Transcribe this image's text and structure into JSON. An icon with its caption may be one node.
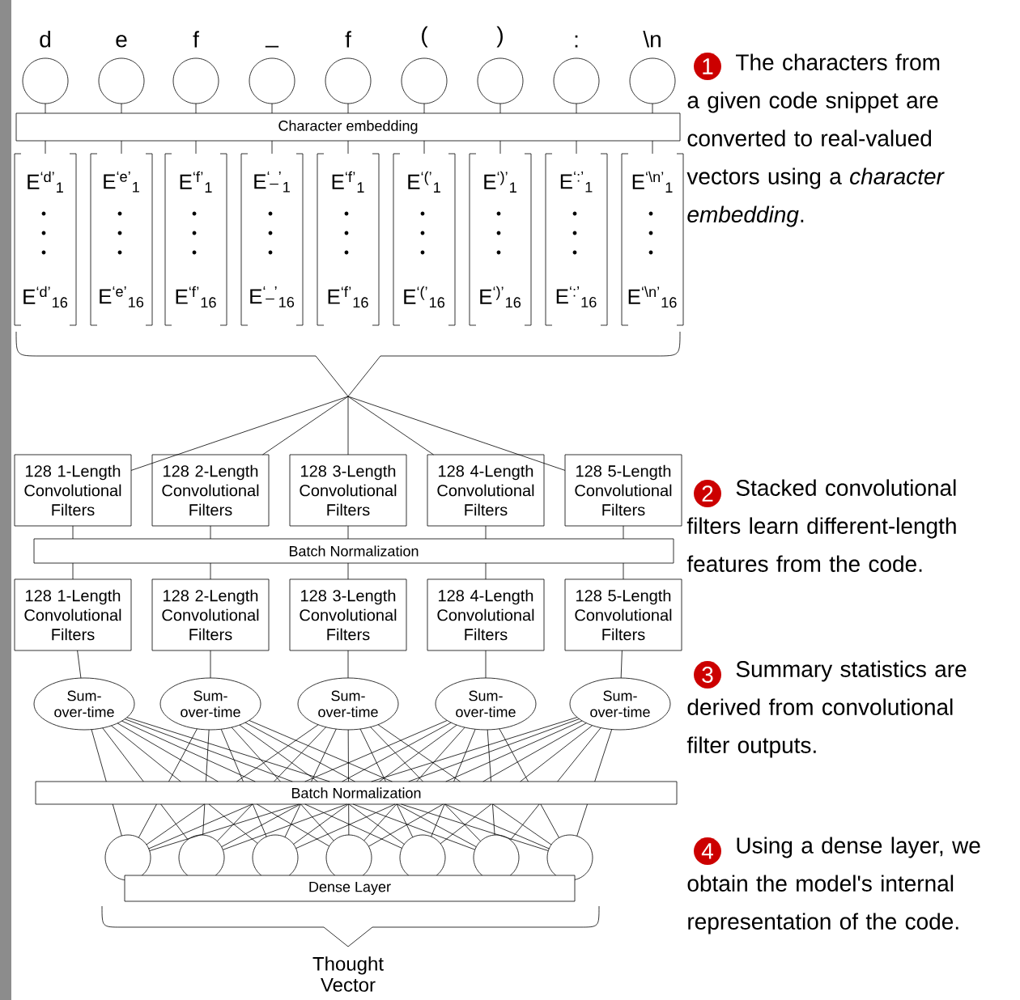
{
  "diagram": {
    "nodes": [
      {
        "text": [
          "d"
        ]
      },
      {
        "text": [
          "e"
        ]
      },
      {
        "text": [
          "f"
        ]
      },
      {
        "text": [
          "_"
        ]
      },
      {
        "text": [
          "f"
        ]
      },
      {
        "text": [
          "("
        ]
      },
      {
        "text": [
          ")"
        ]
      },
      {
        "text": [
          ":"
        ]
      },
      {
        "text": [
          "\\n"
        ]
      },
      {
        "text": [
          "Character embedding"
        ]
      },
      {
        "text": [
          "E$^{‘d’}$$_{1}$",
          "E$^{‘d’}$$_{16}$"
        ]
      },
      {
        "text": [
          "E$^{‘e’}$$_{1}$",
          "E$^{‘e’}$$_{16}$"
        ]
      },
      {
        "text": [
          "E$^{‘f’}$$_{1}$",
          "E$^{‘f’}$$_{16}$"
        ]
      },
      {
        "text": [
          "E$^{‘_’}$$_{1}$",
          "E$^{‘_’}$$_{16}$"
        ]
      },
      {
        "text": [
          "E$^{‘f’}$$_{1}$",
          "E$^{‘f’}$$_{16}$"
        ]
      },
      {
        "text": [
          "E$^{‘(’}$$_{1}$",
          "E$^{‘(’}$$_{16}$"
        ]
      },
      {
        "text": [
          "E$^{‘)’}$$_{1}$",
          "E$^{‘)’}$$_{16}$"
        ]
      },
      {
        "text": [
          "E$^{‘:’}$$_{1}$",
          "E$^{‘:’}$$_{16}$"
        ]
      },
      {
        "text": [
          "E$^{‘\\n’}$$_{1}$",
          "E$^{‘\\n’}$$_{16}$"
        ]
      },
      {
        "text": [],
        "shape": "brace"
      },
      {
        "text": [
          "128 1-Length Convolutional Filters"
        ]
      },
      {
        "text": [
          "128 2-Length Convolutional Filters"
        ]
      },
      {
        "text": [
          "128 3-Length Convolutional Filters"
        ]
      },
      {
        "text": [
          "128 4-Length Convolutional Filters"
        ]
      },
      {
        "text": [
          "128 5-Length Convolutional Filters"
        ]
      },
      {
        "text": [
          "Batch Normalization"
        ]
      },
      {
        "text": [
          "128 1-Length Convolutional Filters"
        ]
      },
      {
        "text": [
          "128 2-Length Convolutional Filters"
        ]
      },
      {
        "text": [
          "128 3-Length Convolutional Filters"
        ]
      },
      {
        "text": [
          "128 4-Length Convolutional Filters"
        ]
      },
      {
        "text": [
          "128 5-Length Convolutional Filters"
        ]
      },
      {
        "text": [
          "Sum-over-time"
        ]
      },
      {
        "text": [
          "Sum-over-time"
        ]
      },
      {
        "text": [
          "Sum-over-time"
        ]
      },
      {
        "text": [
          "Sum-over-time"
        ]
      },
      {
        "text": [
          "Sum-over-time"
        ]
      },
      {
        "text": [
          "Batch Normalization"
        ]
      },
      {
        "text": [],
        "shape": "circle"
      },
      {
        "text": [],
        "shape": "circle"
      },
      {
        "text": [],
        "shape": "circle"
      },
      {
        "text": [],
        "shape": "circle"
      },
      {
        "text": [],
        "shape": "circle"
      },
      {
        "text": [],
        "shape": "circle"
      },
      {
        "text": [],
        "shape": "circle"
      },
      {
        "text": [
          "Dense Layer"
        ]
      }
    ],
    "edges": [
      {
        "from": 0,
        "to": 9,
        "arrow": "none"
      },
      {
        "from": 1,
        "to": 9,
        "arrow": "none"
      },
      {
        "from": 2,
        "to": 9,
        "arrow": "none"
      },
      {
        "from": 3,
        "to": 9,
        "arrow": "none"
      },
      {
        "from": 4,
        "to": 9,
        "arrow": "none"
      },
      {
        "from": 5,
        "to": 9,
        "arrow": "none"
      },
      {
        "from": 6,
        "to": 9,
        "arrow": "none"
      },
      {
        "from": 7,
        "to": 9,
        "arrow": "none"
      },
      {
        "from": 8,
        "to": 9,
        "arrow": "none"
      },
      {
        "from": 9,
        "to": 10,
        "arrow": "none"
      },
      {
        "from": 9,
        "to": 11,
        "arrow": "none"
      },
      {
        "from": 9,
        "to": 12,
        "arrow": "none"
      },
      {
        "from": 9,
        "to": 13,
        "arrow": "none"
      },
      {
        "from": 9,
        "to": 14,
        "arrow": "none"
      },
      {
        "from": 9,
        "to": 15,
        "arrow": "none"
      },
      {
        "from": 9,
        "to": 16,
        "arrow": "none"
      },
      {
        "from": 9,
        "to": 17,
        "arrow": "none"
      },
      {
        "from": 9,
        "to": 18,
        "arrow": "none"
      },
      {
        "from": 19,
        "to": 20,
        "arrow": "none"
      },
      {
        "from": 19,
        "to": 21,
        "arrow": "none"
      },
      {
        "from": 19,
        "to": 22,
        "arrow": "none"
      },
      {
        "from": 19,
        "to": 23,
        "arrow": "none"
      },
      {
        "from": 19,
        "to": 24,
        "arrow": "none"
      },
      {
        "from": 20,
        "to": 25,
        "arrow": "none"
      },
      {
        "from": 21,
        "to": 25,
        "arrow": "none"
      },
      {
        "from": 22,
        "to": 25,
        "arrow": "none"
      },
      {
        "from": 23,
        "to": 25,
        "arrow": "none"
      },
      {
        "from": 24,
        "to": 25,
        "arrow": "none"
      },
      {
        "from": 25,
        "to": 26,
        "arrow": "none"
      },
      {
        "from": 25,
        "to": 27,
        "arrow": "none"
      },
      {
        "from": 25,
        "to": 28,
        "arrow": "none"
      },
      {
        "from": 25,
        "to": 29,
        "arrow": "none"
      },
      {
        "from": 25,
        "to": 30,
        "arrow": "none"
      },
      {
        "from": 26,
        "to": 31,
        "arrow": "none"
      },
      {
        "from": 27,
        "to": 32,
        "arrow": "none"
      },
      {
        "from": 28,
        "to": 33,
        "arrow": "none"
      },
      {
        "from": 29,
        "to": 34,
        "arrow": "none"
      },
      {
        "from": 30,
        "to": 35,
        "arrow": "none"
      },
      {
        "from": 31,
        "to": 36,
        "arrow": "none"
      },
      {
        "from": 31,
        "to": 36,
        "arrow": "none"
      },
      {
        "from": 31,
        "to": 36,
        "arrow": "none"
      },
      {
        "from": 31,
        "to": 36,
        "arrow": "none"
      },
      {
        "from": 31,
        "to": 36,
        "arrow": "none"
      },
      {
        "from": 31,
        "to": 36,
        "arrow": "none"
      },
      {
        "from": 31,
        "to": 36,
        "arrow": "none"
      },
      {
        "from": 32,
        "to": 36,
        "arrow": "none"
      },
      {
        "from": 32,
        "to": 36,
        "arrow": "none"
      },
      {
        "from": 32,
        "to": 36,
        "arrow": "none"
      },
      {
        "from": 32,
        "to": 36,
        "arrow": "none"
      },
      {
        "from": 32,
        "to": 36,
        "arrow": "none"
      },
      {
        "from": 32,
        "to": 36,
        "arrow": "none"
      },
      {
        "from": 32,
        "to": 36,
        "arrow": "none"
      },
      {
        "from": 33,
        "to": 36,
        "arrow": "none"
      },
      {
        "from": 33,
        "to": 36,
        "arrow": "none"
      },
      {
        "from": 33,
        "to": 36,
        "arrow": "none"
      },
      {
        "from": 33,
        "to": 36,
        "arrow": "none"
      },
      {
        "from": 33,
        "to": 36,
        "arrow": "none"
      },
      {
        "from": 33,
        "to": 36,
        "arrow": "none"
      },
      {
        "from": 33,
        "to": 36,
        "arrow": "none"
      },
      {
        "from": 34,
        "to": 36,
        "arrow": "none"
      },
      {
        "from": 34,
        "to": 36,
        "arrow": "none"
      },
      {
        "from": 34,
        "to": 36,
        "arrow": "none"
      },
      {
        "from": 34,
        "to": 36,
        "arrow": "none"
      },
      {
        "from": 34,
        "to": 36,
        "arrow": "none"
      },
      {
        "from": 34,
        "to": 36,
        "arrow": "none"
      },
      {
        "from": 34,
        "to": 36,
        "arrow": "none"
      },
      {
        "from": 35,
        "to": 36,
        "arrow": "none"
      },
      {
        "from": 35,
        "to": 36,
        "arrow": "none"
      },
      {
        "from": 35,
        "to": 36,
        "arrow": "none"
      },
      {
        "from": 35,
        "to": 36,
        "arrow": "none"
      },
      {
        "from": 35,
        "to": 36,
        "arrow": "none"
      },
      {
        "from": 35,
        "to": 36,
        "arrow": "none"
      },
      {
        "from": 35,
        "to": 36,
        "arrow": "none"
      },
      {
        "from": 36,
        "to": 37,
        "arrow": "none"
      },
      {
        "from": 36,
        "to": 37,
        "arrow": "none"
      },
      {
        "from": 36,
        "to": 37,
        "arrow": "none"
      },
      {
        "from": 36,
        "to": 37,
        "arrow": "none"
      },
      {
        "from": 36,
        "to": 37,
        "arrow": "none"
      },
      {
        "from": 36,
        "to": 38,
        "arrow": "none"
      },
      {
        "from": 36,
        "to": 38,
        "arrow": "none"
      },
      {
        "from": 36,
        "to": 38,
        "arrow": "none"
      },
      {
        "from": 36,
        "to": 38,
        "arrow": "none"
      },
      {
        "from": 36,
        "to": 38,
        "arrow": "none"
      },
      {
        "from": 36,
        "to": 39,
        "arrow": "none"
      },
      {
        "from": 36,
        "to": 39,
        "arrow": "none"
      },
      {
        "from": 36,
        "to": 39,
        "arrow": "none"
      },
      {
        "from": 36,
        "to": 39,
        "arrow": "none"
      },
      {
        "from": 36,
        "to": 39,
        "arrow": "none"
      },
      {
        "from": 36,
        "to": 40,
        "arrow": "none"
      },
      {
        "from": 36,
        "to": 40,
        "arrow": "none"
      },
      {
        "from": 36,
        "to": 40,
        "arrow": "none"
      },
      {
        "from": 36,
        "to": 40,
        "arrow": "none"
      },
      {
        "from": 36,
        "to": 40,
        "arrow": "none"
      },
      {
        "from": 36,
        "to": 41,
        "arrow": "none"
      },
      {
        "from": 36,
        "to": 41,
        "arrow": "none"
      },
      {
        "from": 36,
        "to": 41,
        "arrow": "none"
      },
      {
        "from": 36,
        "to": 41,
        "arrow": "none"
      },
      {
        "from": 36,
        "to": 41,
        "arrow": "none"
      },
      {
        "from": 36,
        "to": 42,
        "arrow": "none"
      },
      {
        "from": 36,
        "to": 42,
        "arrow": "none"
      },
      {
        "from": 36,
        "to": 42,
        "arrow": "none"
      },
      {
        "from": 36,
        "to": 42,
        "arrow": "none"
      },
      {
        "from": 36,
        "to": 42,
        "arrow": "none"
      },
      {
        "from": 36,
        "to": 43,
        "arrow": "none"
      },
      {
        "from": 36,
        "to": 43,
        "arrow": "none"
      },
      {
        "from": 36,
        "to": 43,
        "arrow": "none"
      },
      {
        "from": 36,
        "to": 43,
        "arrow": "none"
      },
      {
        "from": 36,
        "to": 43,
        "arrow": "none"
      }
    ],
    "labels": [
      "1",
      "The characters from a given code snippet are converted to real-valued vectors using a *character embedding*.",
      "2",
      "Stacked convolutional filters learn different-length features from the code.",
      "3",
      "Summary statistics are derived from convolutional filter outputs.",
      "4",
      "Using a dense layer, we obtain the model's internal representation of the code.",
      "Thought Vector"
    ]
  }
}
